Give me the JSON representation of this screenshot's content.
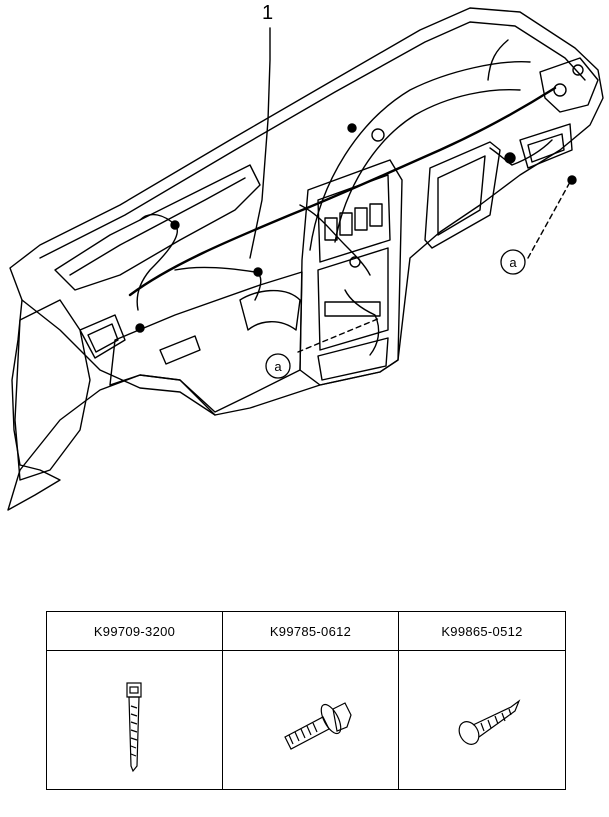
{
  "callout": {
    "number": "1",
    "ref_letter": "a"
  },
  "parts": [
    {
      "part_number": "K99709-3200",
      "icon": "cable-tie-icon"
    },
    {
      "part_number": "K99785-0612",
      "icon": "flange-bolt-icon"
    },
    {
      "part_number": "K99865-0512",
      "icon": "tapping-screw-icon"
    }
  ]
}
